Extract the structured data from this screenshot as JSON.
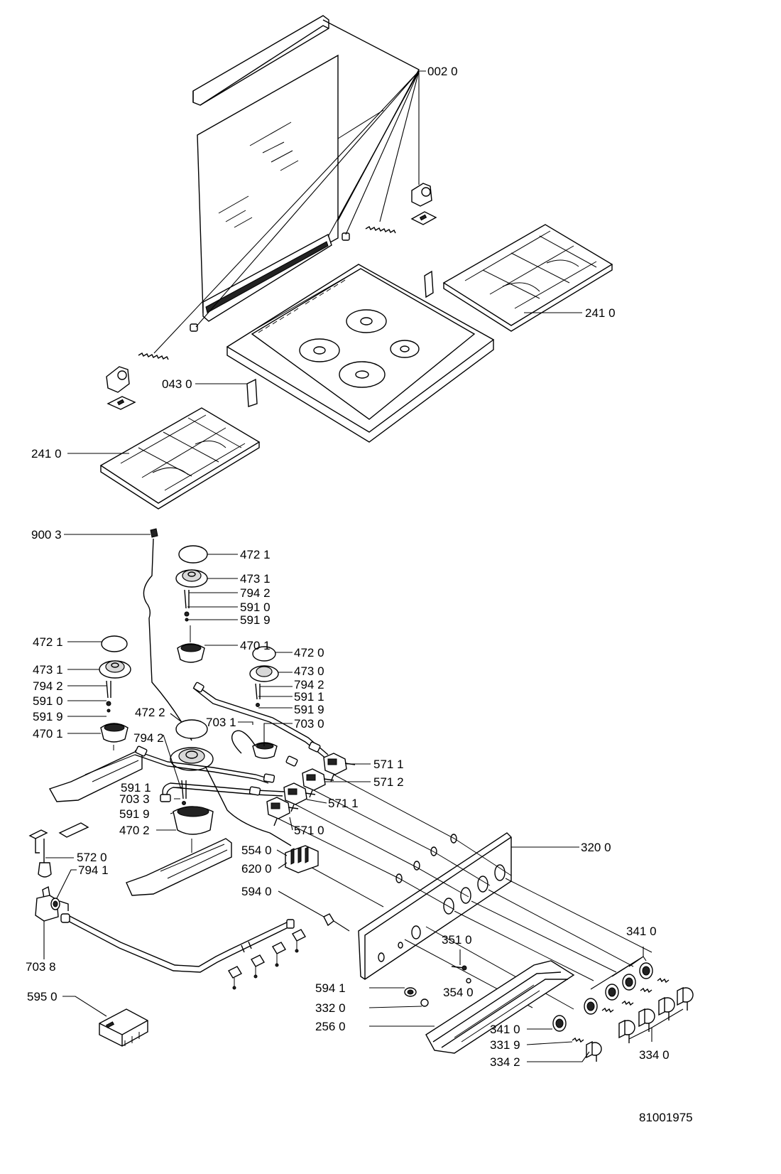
{
  "labels": {
    "l0020": "002 0",
    "l2410a": "241 0",
    "l0430": "043 0",
    "l2410b": "241 0",
    "l9003": "900 3",
    "l4721a": "472 1",
    "l4731a": "473 1",
    "l7942a": "794 2",
    "l5910a": "591 0",
    "l5919a": "591 9",
    "l4701a": "470 1",
    "l4721b": "472 1",
    "l4731b": "473 1",
    "l7942b": "794 2",
    "l5910b": "591 0",
    "l5919b": "591 9",
    "l4701b": "470 1",
    "l4720": "472 0",
    "l4730": "473 0",
    "l7942c": "794 2",
    "l5911a": "591 1",
    "l5919c": "591 9",
    "l4722": "472 2",
    "l7942d": "794 2",
    "l7031": "703 1",
    "l7030": "703 0",
    "l5711a": "571 1",
    "l5712": "571 2",
    "l5911b": "591 1",
    "l7033": "703 3",
    "l5711b": "571 1",
    "l5919d": "591 9",
    "l4702": "470 2",
    "l5710": "571 0",
    "l5540": "554 0",
    "l3200": "320 0",
    "l5720": "572 0",
    "l7941": "794 1",
    "l6200": "620 0",
    "l5940": "594 0",
    "l3410a": "341 0",
    "l7038": "703 8",
    "l3510": "351 0",
    "l5941": "594 1",
    "l3540": "354 0",
    "l3320": "332 0",
    "l5950": "595 0",
    "l2560": "256 0",
    "l3410b": "341 0",
    "l3319": "331 9",
    "l3342": "334 2",
    "l3340": "334 0",
    "docnum": "81001975"
  }
}
